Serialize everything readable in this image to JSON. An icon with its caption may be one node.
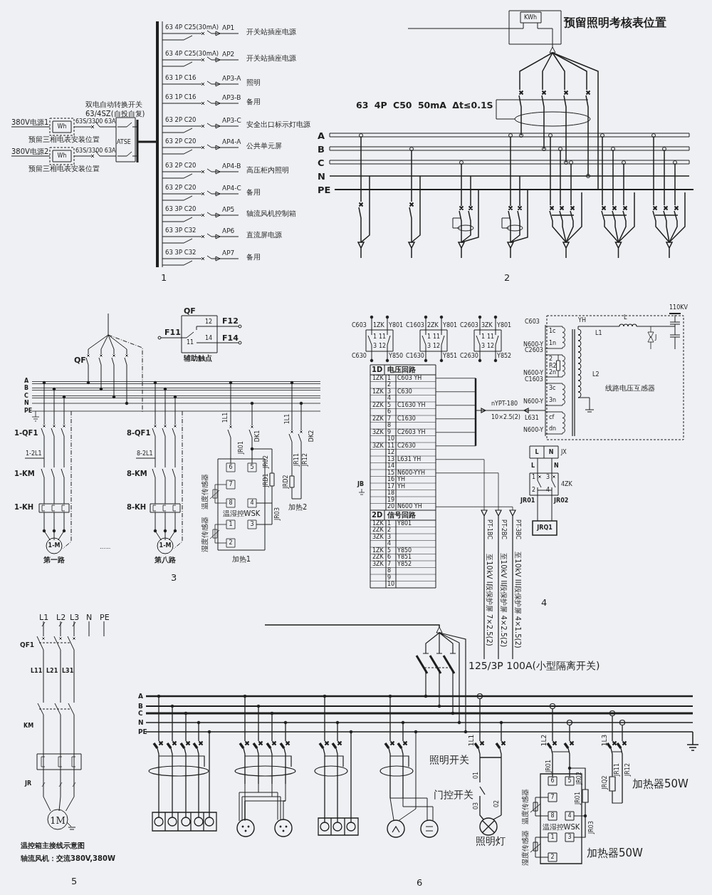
{
  "diagram": {
    "labels": [
      "63 4P C25(30mA)",
      "AP1",
      "开关站插座电源",
      "63 4P C25(30mA)",
      "AP2",
      "开关站插座电源",
      "63 1P C16",
      "AP3-A",
      "照明",
      "63 1P C16",
      "AP3-B",
      "备用",
      "63 2P C20",
      "AP3-C",
      "安全出口标示灯电源",
      "63 2P C20",
      "AP4-A",
      "公共单元屏",
      "63 2P C20",
      "AP4-B",
      "高压柜内照明",
      "63 2P C20",
      "AP4-C",
      "备用",
      "63 3P C20",
      "AP5",
      "轴流风机控制箱",
      "63 3P C32",
      "AP6",
      "直流屏电源",
      "63 3P C32",
      "AP7",
      "备用",
      "双电自动转换开关",
      "63/4SZ(自投自复)",
      "380V电源1",
      "Wh",
      "63S/3300 63A",
      "预留三相电表安装位置",
      "380V电源2",
      "Wh",
      "63S/3300 63A",
      "预留三相电表安装位置",
      "ATSE",
      "1",
      "KWh",
      "预留照明考核表位置",
      "63 4P C50 50mA Δt≤0.1S",
      "A",
      "B",
      "C",
      "N",
      "PE",
      "2",
      "QF",
      "12",
      "F12",
      "F11",
      "11",
      "14",
      "F14",
      "QF",
      "辅助触点",
      "A",
      "B",
      "C",
      "N",
      "PE",
      "1-QF1",
      "8-QF1",
      "1L1",
      "DK1",
      "1L1",
      "DK2",
      "1-2L1",
      "8-2L1",
      "JR01",
      "JR02",
      "JR11",
      "JR12",
      "6",
      "5",
      "1-KM",
      "8-KM",
      "JRD1",
      "温度传感器",
      "7",
      "JRD2",
      "1-KH",
      "8-KH",
      "8",
      "4",
      "温湿控WSK",
      "JR03",
      "加热2",
      "1",
      "3",
      "湿度传感器",
      "2",
      "1-M",
      "......",
      "1-M",
      "第一路",
      "第八路",
      "加热1",
      "3",
      "C603",
      "1ZK",
      "Y801",
      "C1603",
      "2ZK",
      "Y801",
      "C2603",
      "3ZK",
      "Y801",
      "1",
      "11",
      "3",
      "12",
      "1",
      "11",
      "3",
      "12",
      "1",
      "11",
      "3",
      "12",
      "C630",
      "Y850",
      "C1630",
      "Y851",
      "C2630",
      "Y852",
      "1D",
      "电压回路",
      "1ZK",
      "1",
      "C603 YH",
      "2",
      "1ZK",
      "3",
      "C630",
      "4",
      "2ZK",
      "5",
      "C1630 YH",
      "6",
      "2ZK",
      "7",
      "C1630",
      "8",
      "3ZK",
      "9",
      "C2603 YH",
      "10",
      "3ZK",
      "11",
      "C2630",
      "12",
      "13",
      "L631 YH",
      "14",
      "15",
      "N600-YYH",
      "16",
      "YH",
      "17",
      "YH",
      "18",
      "19",
      "20",
      "N600 YH",
      "JB",
      "2D",
      "信号回路",
      "1ZK",
      "1",
      "Y801",
      "2ZK",
      "2",
      "3ZK",
      "3",
      "4",
      "1ZK",
      "5",
      "Y850",
      "2ZK",
      "6",
      "Y851",
      "3ZK",
      "7",
      "Y852",
      "8",
      "9",
      "10",
      "nYPT-180",
      "10×2.5(2)",
      "110KV",
      "C603",
      "YH",
      "L",
      "1c",
      "L1",
      "J",
      "N600-Y",
      "1n",
      "C2603",
      "2",
      "R2",
      "N600-Y",
      "2n",
      "L2",
      "C1603",
      "3c",
      "线路电压互感器",
      "N600-Y",
      "3n",
      "L631",
      "cf",
      "N600-Y",
      "dn",
      "L",
      "N",
      "JX",
      "L",
      "N",
      "1",
      "3",
      "4ZK",
      "2",
      "4",
      "JR01",
      "JR02",
      "JRQ1",
      "PT-1BC",
      "PT-2BC",
      "PT-3BC",
      "至10kV I段保护屏 7×2.5(2)",
      "至10kV II段保护屏 4×2.5(2)",
      "至10kV III段保护屏 4×1.5(2)",
      "4",
      "L1",
      "L2",
      "L3",
      "N",
      "PE",
      "QF1",
      "L11",
      "L21",
      "L31",
      "KM",
      "JR",
      "1M",
      "温控箱主接线示意图",
      "轴流风机：交流380V,380W",
      "5",
      "A",
      "B",
      "C",
      "N",
      "PE",
      "125/3P 100A(小型隔离开关)",
      "1L1",
      "1L2",
      "1L3",
      "照明开关",
      "JR01",
      "JR02",
      "JR11",
      "JR12",
      "JRQ2",
      "加热器50W",
      "01",
      "6",
      "5",
      "门控开关",
      "JR01",
      "温度传感器",
      "7",
      "03",
      "02",
      "8",
      "4",
      "温湿控WSK",
      "JR03",
      "1",
      "3",
      "照明灯",
      "湿度传感器",
      "加热器50W",
      "2",
      "6"
    ]
  }
}
